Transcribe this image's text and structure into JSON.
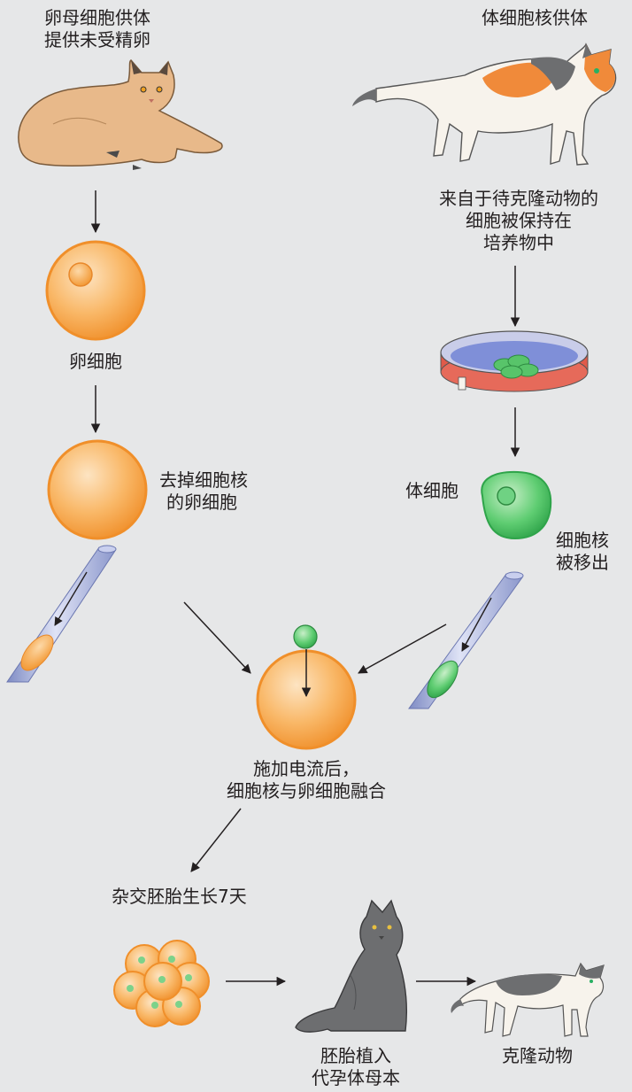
{
  "donor_egg": {
    "line1": "卵母细胞供体",
    "line2": "提供未受精卵"
  },
  "donor_somatic": {
    "line1": "体细胞核供体"
  },
  "culture_note": {
    "line1": "来自于待克隆动物的",
    "line2": "细胞被保持在",
    "line3": "培养物中"
  },
  "egg_label": "卵细胞",
  "enucleated": {
    "line1": "去掉细胞核",
    "line2": "的卵细胞"
  },
  "somatic_cell": "体细胞",
  "nucleus_removed": {
    "line1": "细胞核",
    "line2": "被移出"
  },
  "fusion": {
    "line1": "施加电流后，",
    "line2": "细胞核与卵细胞融合"
  },
  "embryo_growth": "杂交胚胎生长7天",
  "implant": {
    "line1": "胚胎植入",
    "line2": "代孕体母本"
  },
  "cloned": "克隆动物",
  "colors": {
    "background": "#e6e7e8",
    "egg": "#f7a44a",
    "nucleus_green": "#4fc26a",
    "pipette": "#9aa6d6",
    "tan_cat": "#e8b98a",
    "gray_cat": "#6d6e70",
    "calico_orange": "#f08a3a"
  },
  "icons": [
    "tan-cat-icon",
    "calico-cat-icon",
    "petri-dish-icon",
    "pipette-icon",
    "gray-cat-icon",
    "cloned-cat-icon",
    "embryo-icon"
  ]
}
